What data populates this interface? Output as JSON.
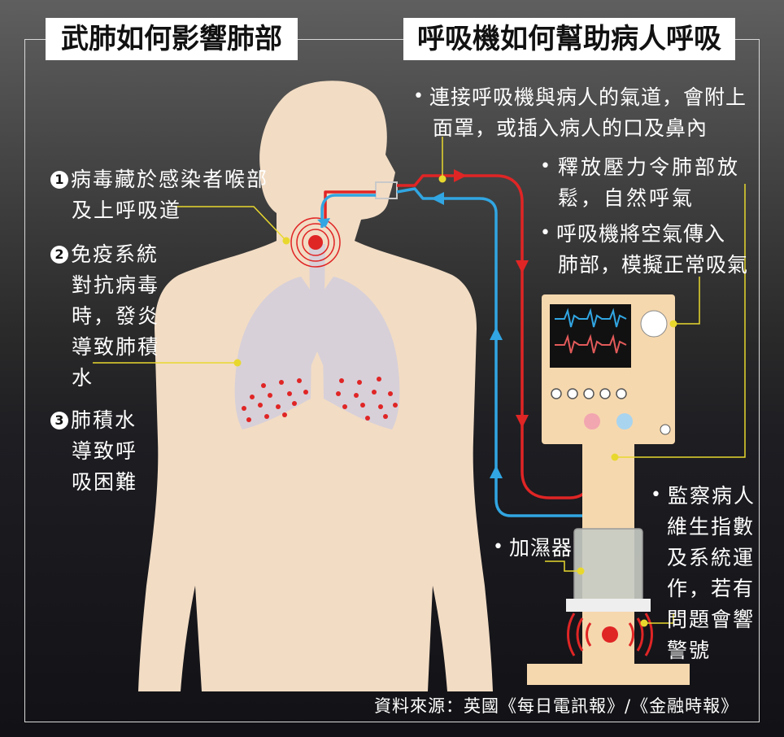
{
  "titles": {
    "left": "武肺如何影響肺部",
    "right": "呼吸機如何幫助病人呼吸"
  },
  "left_labels": {
    "step1": {
      "number": "1",
      "lines": [
        "病毒藏於感染者喉部",
        "及上呼吸道"
      ]
    },
    "step2": {
      "number": "2",
      "lines": [
        "免疫系統",
        "對抗病毒",
        "時，發炎",
        "導致肺積",
        "水"
      ]
    },
    "step3": {
      "number": "3",
      "lines": [
        "肺積水",
        "導致呼",
        "吸困難"
      ]
    }
  },
  "right_labels": {
    "airway": {
      "bullet": "•",
      "lines": [
        "連接呼吸機與病人的氣道，會附上",
        "面罩，或插入病人的口及鼻內"
      ]
    },
    "exhale": {
      "bullet": "•",
      "lines": [
        "釋放壓力令肺部放",
        "鬆，自然呼氣"
      ]
    },
    "inhale": {
      "bullet": "•",
      "lines": [
        "呼吸機將空氣傳入",
        "肺部，模擬正常吸氣"
      ]
    },
    "humidifier": {
      "bullet": "•",
      "lines": [
        "加濕器"
      ]
    },
    "monitor": {
      "bullet": "•",
      "lines": [
        "監察病人",
        "維生指數",
        "及系統運",
        "作，若有",
        "問題會響",
        "警號"
      ]
    }
  },
  "source": "資料來源：英國《每日電訊報》/《金融時報》",
  "icons": {
    "alarm": "alarm-waves-icon",
    "infection": "infection-target-icon"
  },
  "colors": {
    "body": "#f2dcc4",
    "lungs": "#d6cfd8",
    "machine": "#f6d8ae",
    "red_line": "#e02525",
    "blue_line": "#31a6e2",
    "leader": "#e8d82e",
    "screen": "#111111"
  }
}
